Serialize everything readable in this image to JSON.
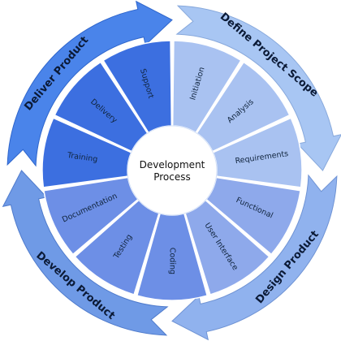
{
  "center": {
    "line1": "Development",
    "line2": "Process"
  },
  "phases": [
    {
      "key": "define",
      "label": "Define Project Scope",
      "fill": "#a8c6f3",
      "edge": "#88a9dc",
      "segments": [
        "Initiation",
        "Analysis",
        "Requirements"
      ],
      "segment_fill": "#a9c2f1"
    },
    {
      "key": "design",
      "label": "Design Product",
      "fill": "#90b2ee",
      "edge": "#6f93d4",
      "segments": [
        "Functional",
        "User Interface"
      ],
      "segment_fill": "#8ea9eb"
    },
    {
      "key": "develop",
      "label": "Develop Product",
      "fill": "#6f9ae6",
      "edge": "#4f7bcc",
      "segments": [
        "Coding",
        "Testing",
        "Documentation"
      ],
      "segment_fill": "#6d8fe6"
    },
    {
      "key": "deliver",
      "label": "Deliver Product",
      "fill": "#4a84ea",
      "edge": "#2f66cc",
      "segments": [
        "Training",
        "Delivery",
        "Support"
      ],
      "segment_fill": "#3c6fe0"
    }
  ],
  "colors": {
    "segment_border": "#ffffff",
    "center_fill": "#ffffff",
    "text": "#0b1a36"
  }
}
